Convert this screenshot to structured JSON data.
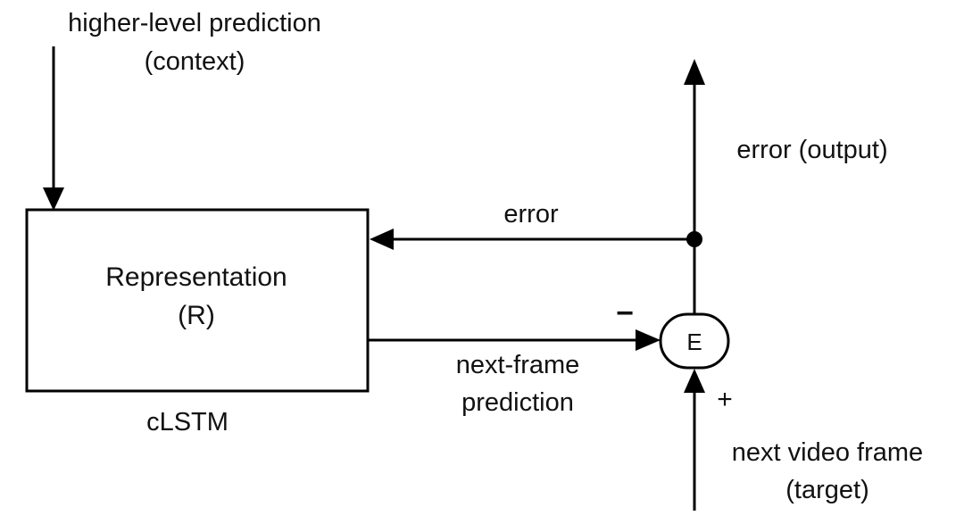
{
  "context_input": {
    "line1": "higher-level prediction",
    "line2": "(context)"
  },
  "representation": {
    "title": "Representation",
    "abbrev": "(R)",
    "caption": "cLSTM"
  },
  "error_node": {
    "symbol": "E",
    "minus_sign": "−",
    "plus_sign": "+"
  },
  "error_feedback_label": "error",
  "error_output_label": "error (output)",
  "prediction_label": {
    "line1": "next-frame",
    "line2": "prediction"
  },
  "target_label": {
    "line1": "next video frame",
    "line2": "(target)"
  }
}
